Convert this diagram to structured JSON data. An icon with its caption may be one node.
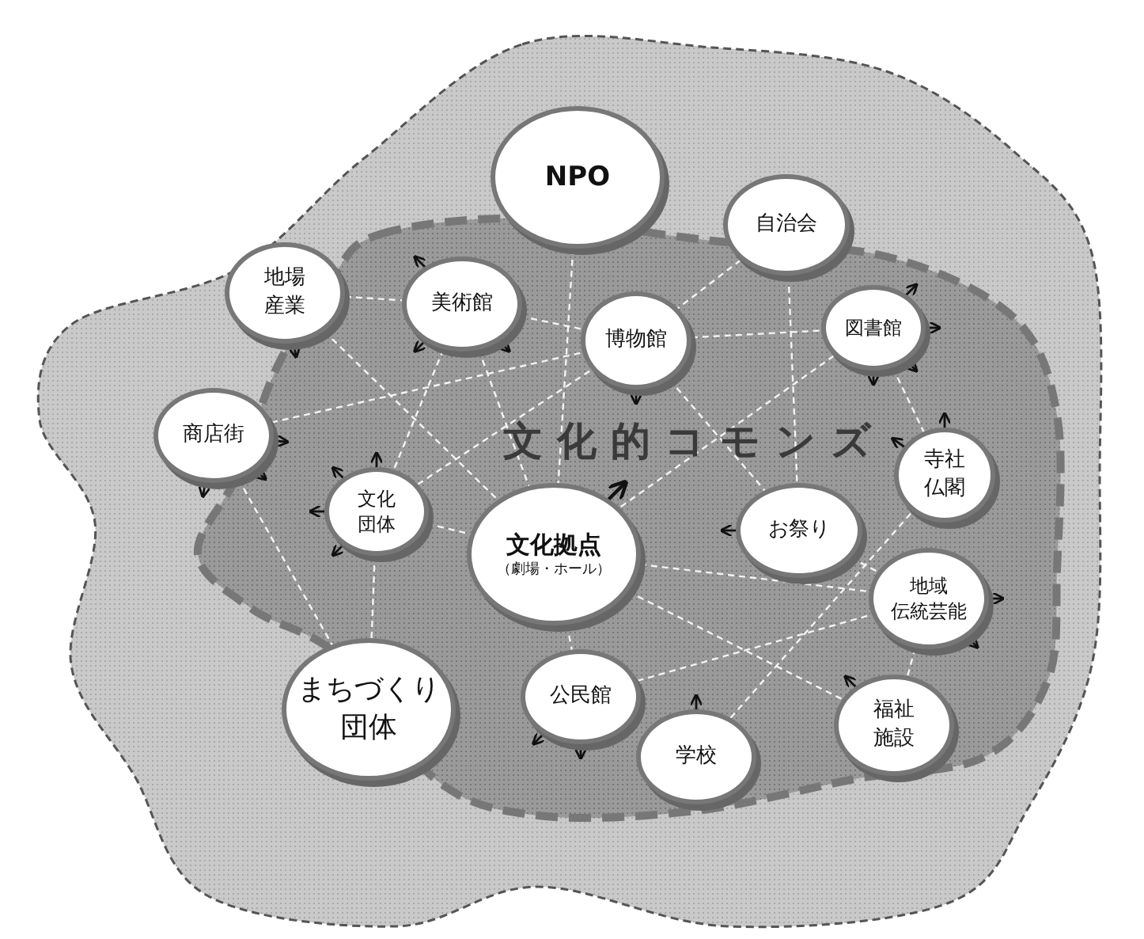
{
  "diagram": {
    "nodes": [
      {
        "text": [
          "NPO"
        ]
      },
      {
        "text": [
          "自治会"
        ]
      },
      {
        "text": [
          "地場産業"
        ]
      },
      {
        "text": [
          "美術館"
        ]
      },
      {
        "text": [
          "博物館"
        ]
      },
      {
        "text": [
          "図書館"
        ]
      },
      {
        "text": [
          "商店街"
        ]
      },
      {
        "text": [
          "寺社仏閣"
        ]
      },
      {
        "text": [
          "文化団体"
        ]
      },
      {
        "text": [
          "文化拠点",
          "（劇場・ホール）"
        ]
      },
      {
        "text": [
          "お祭り"
        ]
      },
      {
        "text": [
          "地域伝統芸能"
        ]
      },
      {
        "text": [
          "まちづくり団体"
        ]
      },
      {
        "text": [
          "公民館"
        ]
      },
      {
        "text": [
          "学校"
        ]
      },
      {
        "text": [
          "福祉施設"
        ]
      }
    ],
    "edges": [
      {
        "from": 0,
        "to": 9,
        "arrow": "none",
        "style": "dashed"
      },
      {
        "from": 3,
        "to": 9,
        "arrow": "none",
        "style": "dashed"
      },
      {
        "from": 3,
        "to": 4,
        "arrow": "none",
        "style": "dashed"
      },
      {
        "from": 4,
        "to": 5,
        "arrow": "none",
        "style": "dashed"
      },
      {
        "from": 1,
        "to": 4,
        "arrow": "none",
        "style": "dashed"
      },
      {
        "from": 1,
        "to": 10,
        "arrow": "none",
        "style": "dashed"
      },
      {
        "from": 5,
        "to": 7,
        "arrow": "none",
        "style": "dashed"
      },
      {
        "from": 5,
        "to": 9,
        "arrow": "none",
        "style": "dashed"
      },
      {
        "from": 2,
        "to": 3,
        "arrow": "none",
        "style": "dashed"
      },
      {
        "from": 2,
        "to": 9,
        "arrow": "none",
        "style": "dashed"
      },
      {
        "from": 6,
        "to": 4,
        "arrow": "none",
        "style": "dashed"
      },
      {
        "from": 6,
        "to": 12,
        "arrow": "none",
        "style": "dashed"
      },
      {
        "from": 8,
        "to": 9,
        "arrow": "none",
        "style": "dashed"
      },
      {
        "from": 8,
        "to": 4,
        "arrow": "none",
        "style": "dashed"
      },
      {
        "from": 3,
        "to": 8,
        "arrow": "none",
        "style": "dashed"
      },
      {
        "from": 9,
        "to": 11,
        "arrow": "none",
        "style": "dashed"
      },
      {
        "from": 9,
        "to": 15,
        "arrow": "none",
        "style": "dashed"
      },
      {
        "from": 12,
        "to": 8,
        "arrow": "none",
        "style": "dashed"
      },
      {
        "from": 13,
        "to": 11,
        "arrow": "none",
        "style": "dashed"
      },
      {
        "from": 14,
        "to": 7,
        "arrow": "none",
        "style": "dashed"
      },
      {
        "from": 10,
        "to": 11,
        "arrow": "none",
        "style": "dashed"
      },
      {
        "from": 11,
        "to": 15,
        "arrow": "none",
        "style": "dashed"
      },
      {
        "from": 9,
        "to": 13,
        "arrow": "none",
        "style": "dashed"
      },
      {
        "from": 4,
        "to": 10,
        "arrow": "none",
        "style": "dashed"
      }
    ],
    "labels": [
      "文化的コモンズ"
    ]
  }
}
